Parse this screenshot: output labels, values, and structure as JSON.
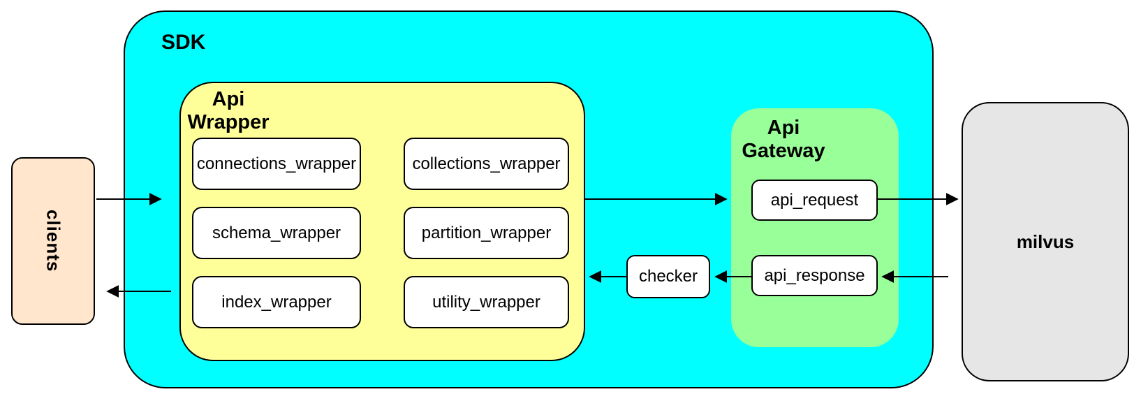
{
  "diagram": {
    "clients": {
      "label": "clients"
    },
    "sdk": {
      "label": "SDK"
    },
    "api_wrapper": {
      "label_line1": "Api",
      "label_line2": "Wrapper",
      "boxes": [
        "connections_wrapper",
        "collections_wrapper",
        "schema_wrapper",
        "partition_wrapper",
        "index_wrapper",
        "utility_wrapper"
      ]
    },
    "checker": {
      "label": "checker"
    },
    "api_gateway": {
      "label_line1": "Api",
      "label_line2": "Gateway",
      "request_label": "api_request",
      "response_label": "api_response"
    },
    "milvus": {
      "label": "milvus"
    },
    "colors": {
      "sdk_fill": "#00FFFF",
      "api_wrapper_fill": "#FFFF99",
      "api_gateway_fill": "#99FF99",
      "clients_fill": "#FFE6CC",
      "milvus_fill": "#E6E6E6",
      "node_fill": "#FFFFFF",
      "stroke": "#000000"
    }
  }
}
